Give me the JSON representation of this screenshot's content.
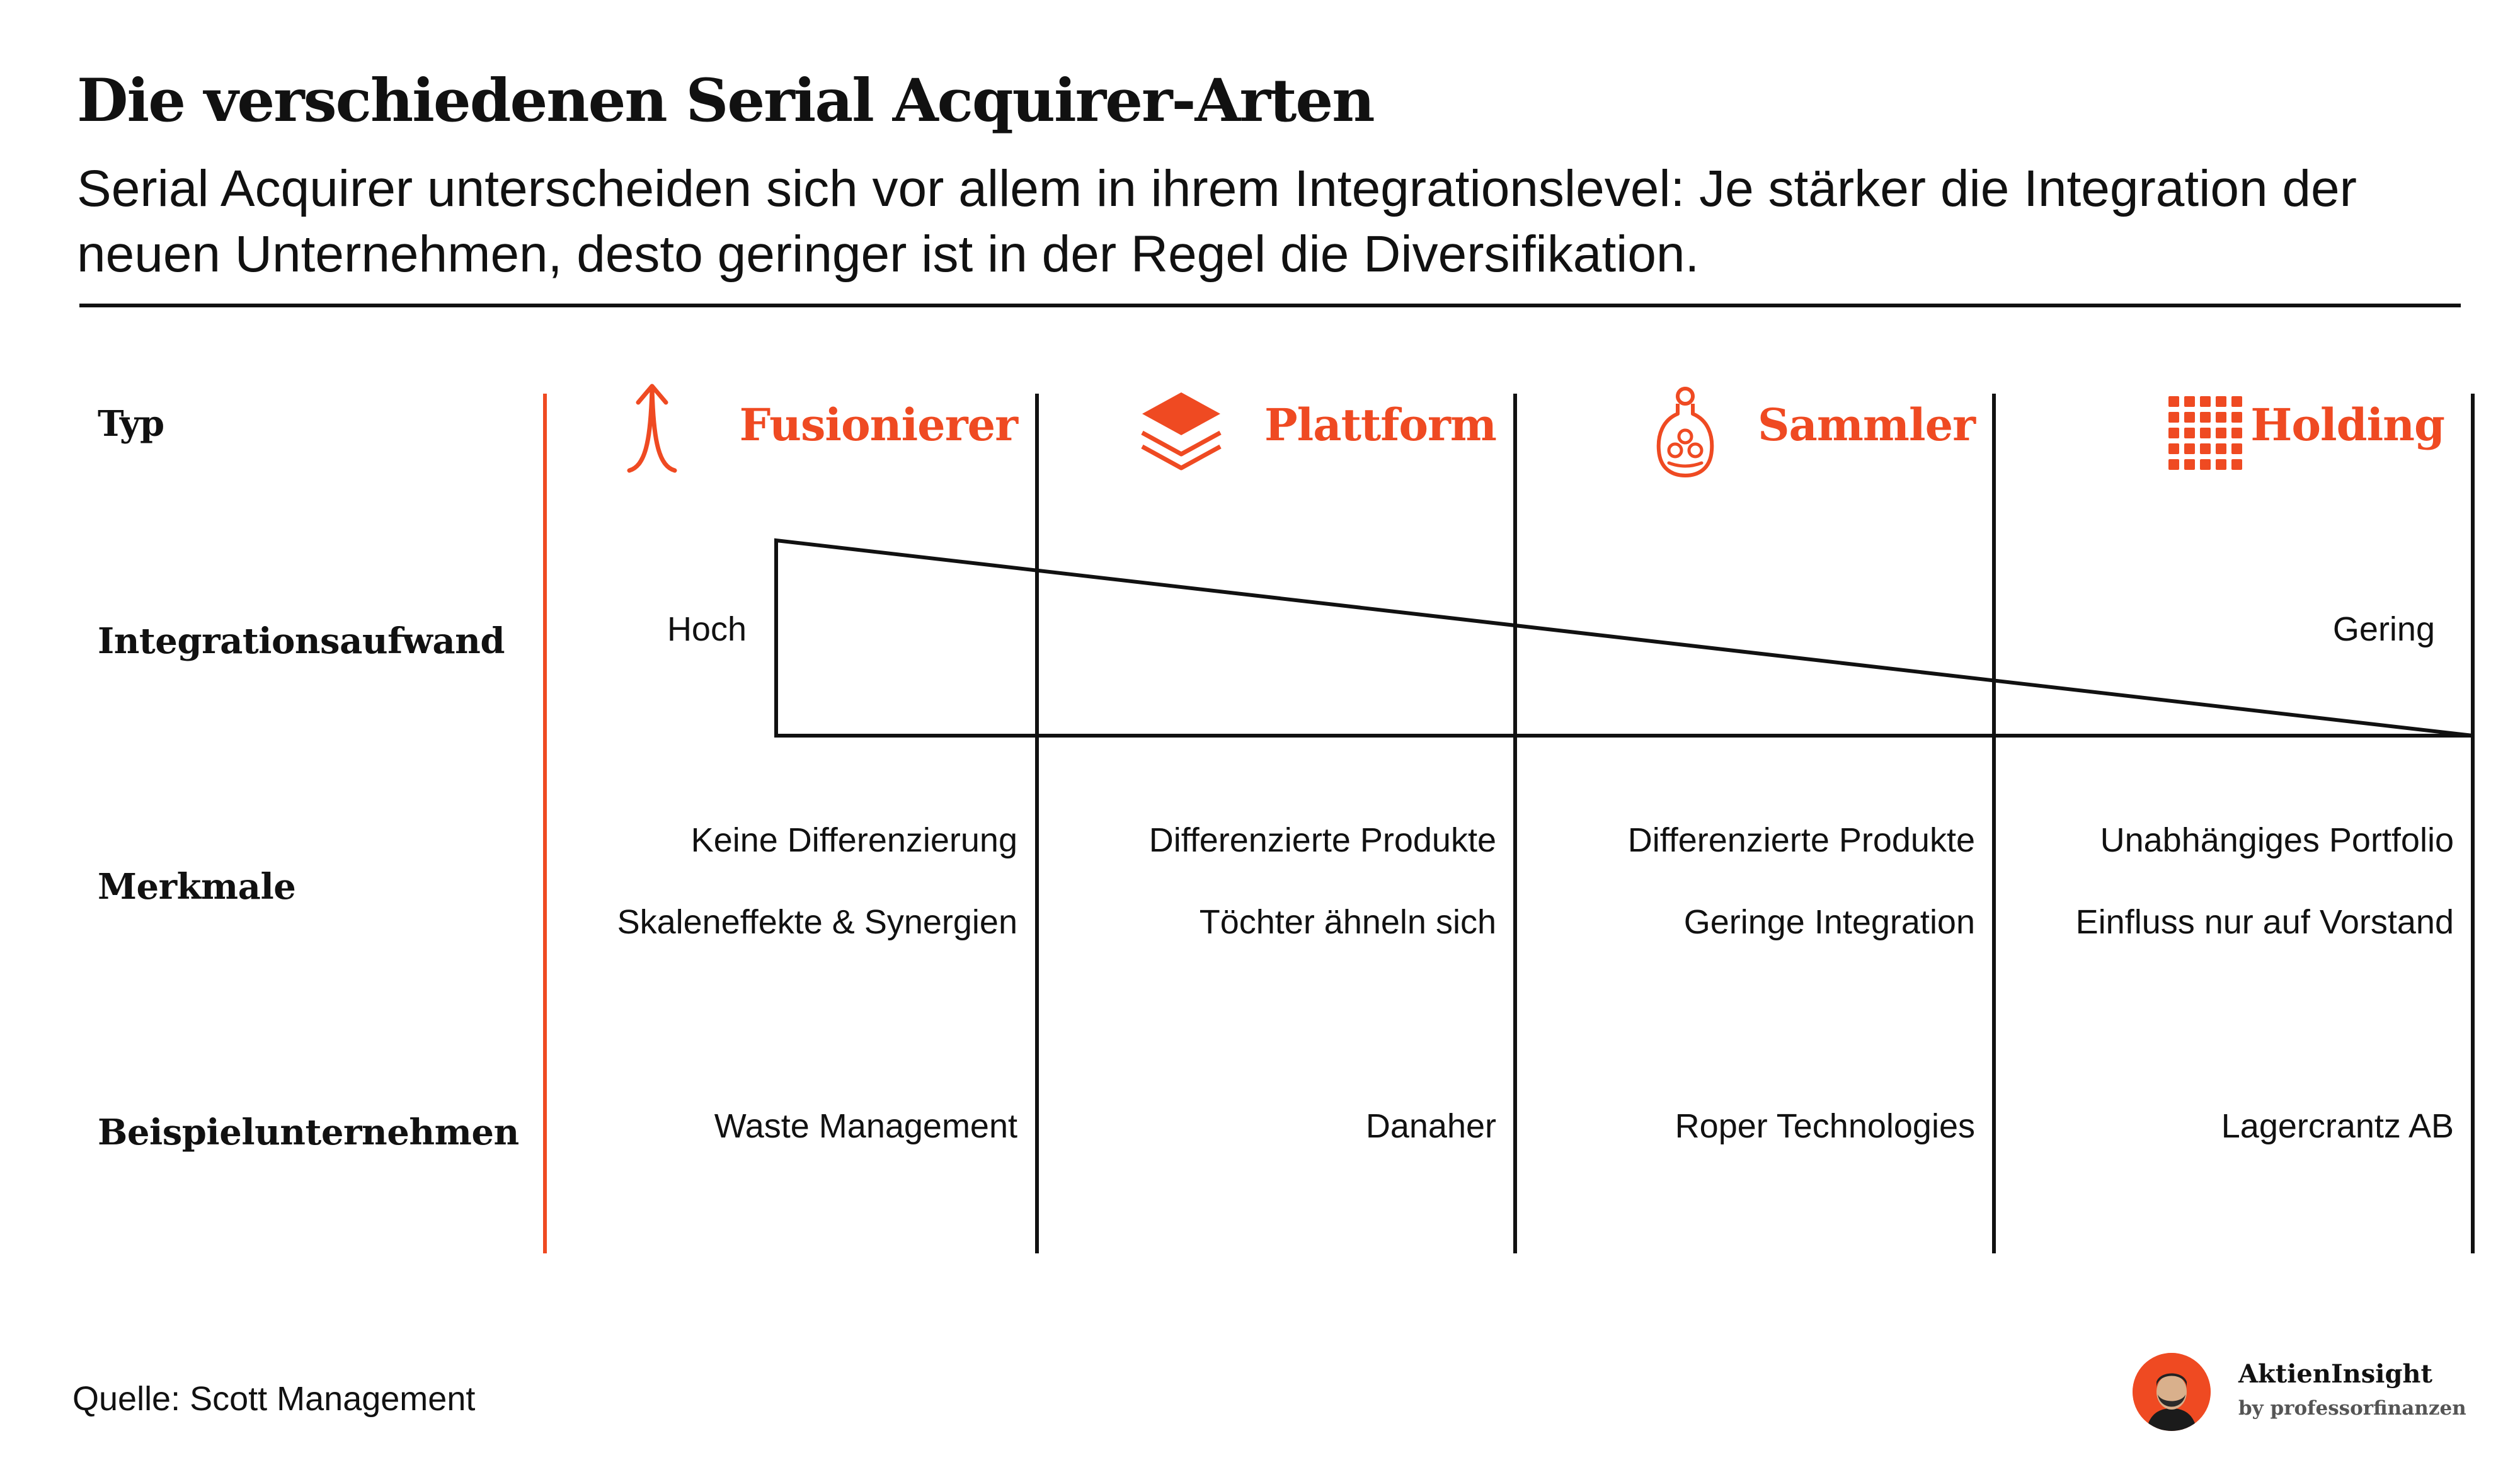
{
  "title": "Die verschiedenen Serial Acquirer-Arten",
  "subtitle": "Serial Acquirer unterscheiden sich vor allem in ihrem Integrationslevel: Je stärker die Integration der neuen Unternehmen, desto geringer ist in der Regel die Diversifikation.",
  "row_labels": {
    "typ": "Typ",
    "integration": "Integrationsaufwand",
    "merkmale": "Merkmale",
    "beispiele": "Beispielunternehmen"
  },
  "integration_scale": {
    "high": "Hoch",
    "low": "Gering"
  },
  "columns": [
    {
      "title": "Fusionierer",
      "icon": "upward-arrow-icon",
      "merkmale": [
        "Keine Differenzierung",
        "Skaleneffekte & Synergien"
      ],
      "beispiel": "Waste Management"
    },
    {
      "title": "Plattform",
      "icon": "layers-icon",
      "merkmale": [
        "Differenzierte Produkte",
        "Töchter ähneln sich"
      ],
      "beispiel": "Danaher"
    },
    {
      "title": "Sammler",
      "icon": "collector-jar-icon",
      "merkmale": [
        "Differenzierte Produkte",
        "Geringe Integration"
      ],
      "beispiel": "Roper Technologies"
    },
    {
      "title": "Holding",
      "icon": "dot-grid-icon",
      "merkmale": [
        "Unabhängiges Portfolio",
        "Einfluss nur auf Vorstand"
      ],
      "beispiel": "Lagercrantz AB"
    }
  ],
  "source": "Quelle: Scott Management",
  "brand": {
    "name": "AktienInsight",
    "by": "by professorfinanzen"
  },
  "colors": {
    "accent": "#ef4a22",
    "text": "#111111"
  }
}
